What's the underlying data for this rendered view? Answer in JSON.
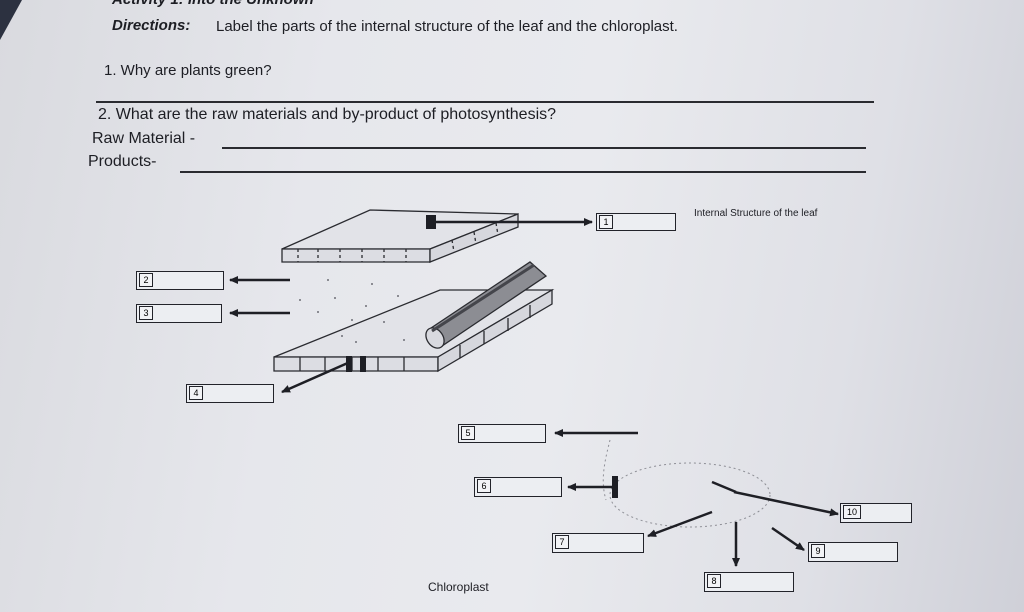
{
  "worksheet": {
    "activity_title": "Activity 1: Into the Unknown",
    "directions_label": "Directions:",
    "directions_text": "Label the parts of the internal structure of the leaf and the chloroplast.",
    "question_1": "1. Why are plants green?",
    "question_2": "2. What are the raw materials and by-product of photosynthesis?",
    "raw_material_label": "Raw Material -",
    "products_label": "Products-"
  },
  "leaf_diagram": {
    "caption": "Internal Structure of the leaf",
    "labels": [
      "1",
      "2",
      "3",
      "4"
    ]
  },
  "chloroplast_diagram": {
    "caption": "Chloroplast",
    "labels": [
      "5",
      "6",
      "7",
      "8",
      "9",
      "10"
    ]
  }
}
